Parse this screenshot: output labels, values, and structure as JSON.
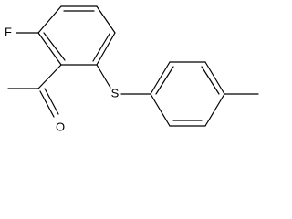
{
  "molecule": {
    "atoms": {
      "fluorine": "F",
      "sulfur": "S",
      "oxygen": "O"
    },
    "colors": {
      "stroke": "#000000",
      "background": "#ffffff"
    }
  }
}
